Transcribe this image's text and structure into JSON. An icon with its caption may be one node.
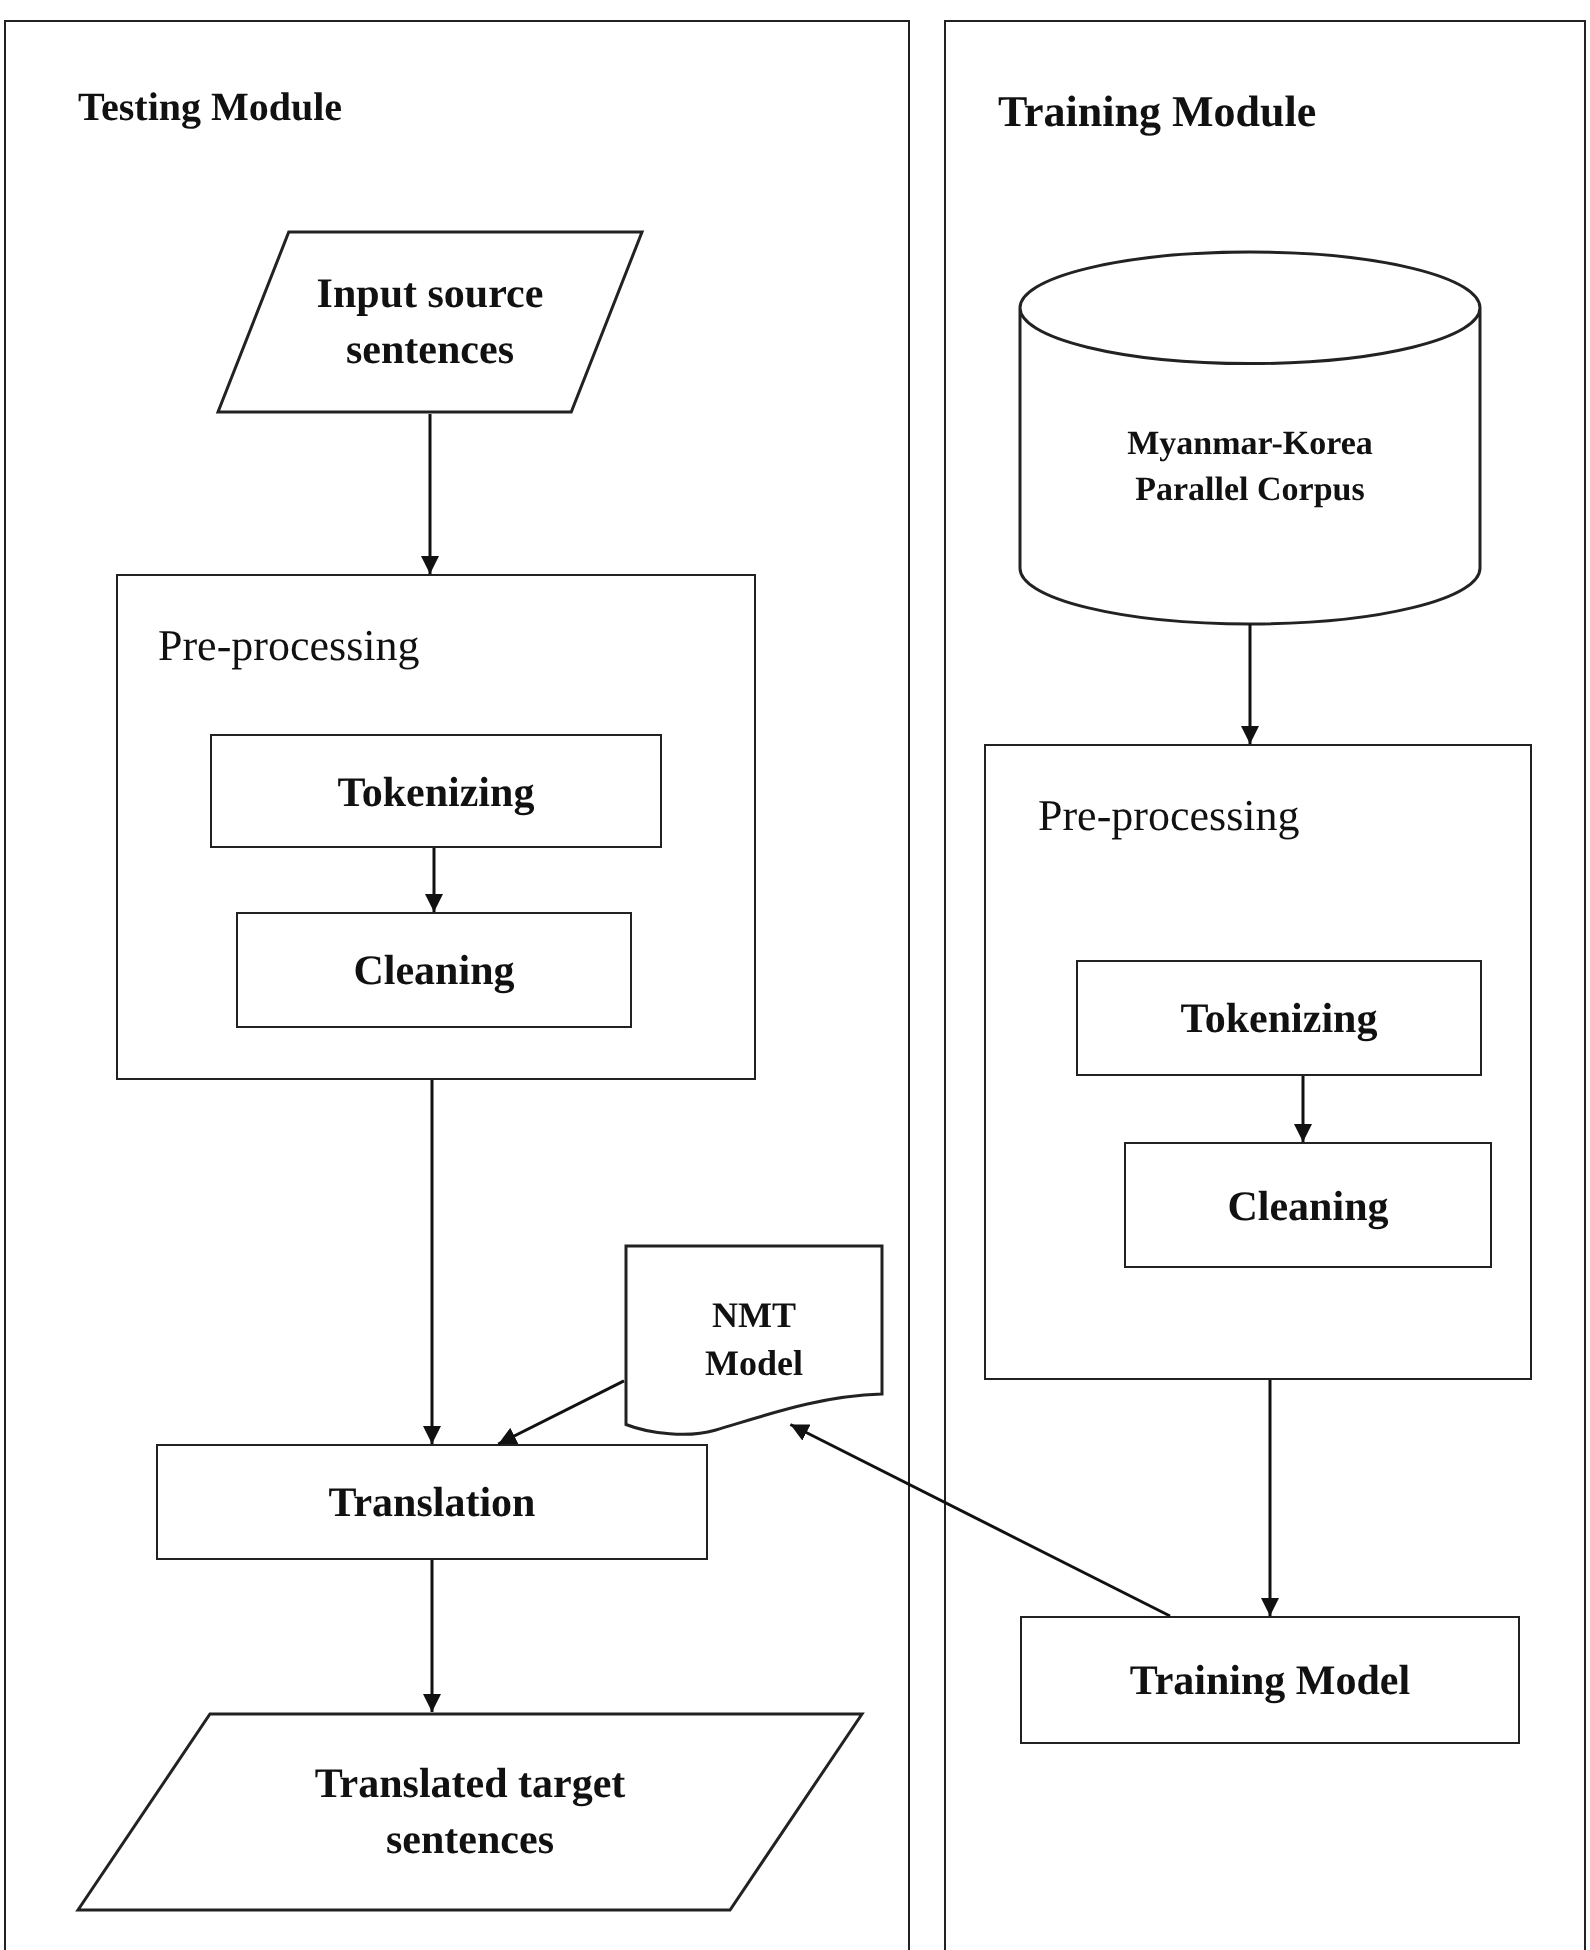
{
  "diagram": {
    "nodes": [
      {
        "text": [
          "Testing Module"
        ]
      },
      {
        "text": [
          "Input source sentences"
        ],
        "in": 0
      },
      {
        "text": [
          "Pre-processing"
        ],
        "in": 0
      },
      {
        "text": [
          "Tokenizing"
        ],
        "in": 2
      },
      {
        "text": [
          "Cleaning"
        ],
        "in": 2
      },
      {
        "text": [
          "NMT Model"
        ],
        "in": 0
      },
      {
        "text": [
          "Translation"
        ],
        "in": 0
      },
      {
        "text": [
          "Translated target sentences"
        ],
        "in": 0
      },
      {
        "text": [
          "Training Module"
        ]
      },
      {
        "text": [
          "Myanmar-Korea Parallel Corpus"
        ],
        "in": 8
      },
      {
        "text": [
          "Pre-processing"
        ],
        "in": 8
      },
      {
        "text": [
          "Tokenizing"
        ],
        "in": 10
      },
      {
        "text": [
          "Cleaning"
        ],
        "in": 10
      },
      {
        "text": [
          "Training Model"
        ],
        "in": 8
      }
    ],
    "edges": [
      {
        "from": 1,
        "to": 2,
        "arrow": "to"
      },
      {
        "from": 3,
        "to": 4,
        "arrow": "to"
      },
      {
        "from": 2,
        "to": 6,
        "arrow": "to"
      },
      {
        "from": 5,
        "to": 6,
        "arrow": "to"
      },
      {
        "from": 6,
        "to": 7,
        "arrow": "to"
      },
      {
        "from": 9,
        "to": 10,
        "arrow": "to"
      },
      {
        "from": 11,
        "to": 12,
        "arrow": "to"
      },
      {
        "from": 10,
        "to": 13,
        "arrow": "to"
      },
      {
        "from": 13,
        "to": 5,
        "arrow": "to"
      }
    ]
  }
}
